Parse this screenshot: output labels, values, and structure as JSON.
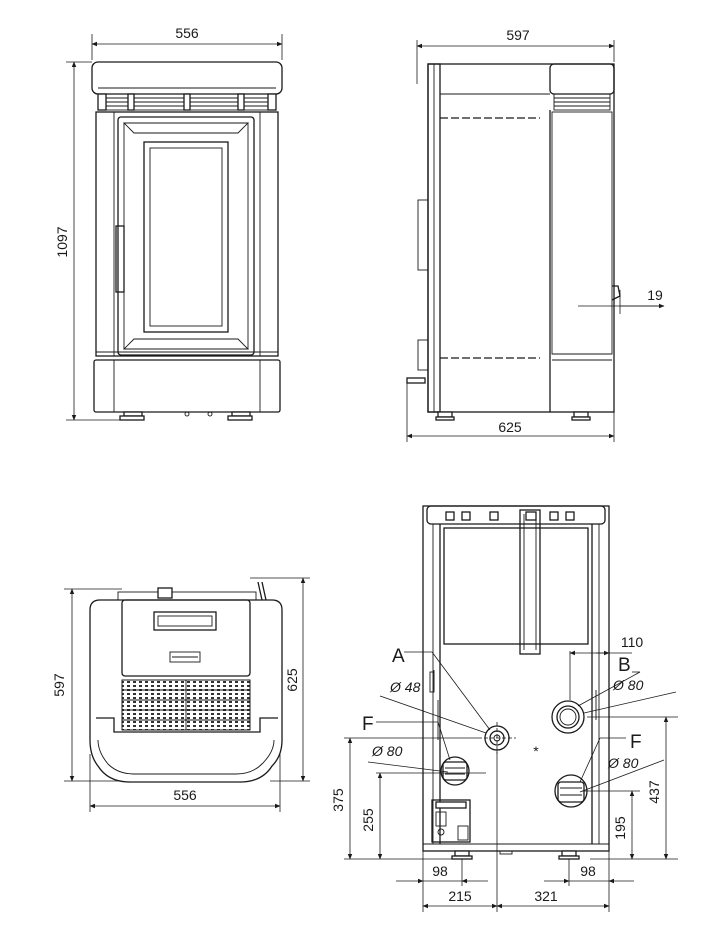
{
  "front_view": {
    "width_label": "556",
    "height_label": "1097"
  },
  "side_view": {
    "width_top_label": "597",
    "width_bottom_label": "625",
    "offset_label": "19"
  },
  "top_view": {
    "width_label": "556",
    "depth_label": "597",
    "depth_total_label": "625"
  },
  "rear_view": {
    "A": {
      "letter": "A",
      "dia_label": "Ø 48"
    },
    "B": {
      "letter": "B",
      "dia_label": "Ø 80",
      "offset_label": "110"
    },
    "F_left": {
      "letter": "F",
      "dia_label": "Ø 80"
    },
    "F_right": {
      "letter": "F",
      "dia_label": "Ø 80"
    },
    "dim_375": "375",
    "dim_255": "255",
    "dim_195": "195",
    "dim_437": "437",
    "dim_98_left": "98",
    "dim_98_right": "98",
    "dim_215": "215",
    "dim_321": "321"
  }
}
